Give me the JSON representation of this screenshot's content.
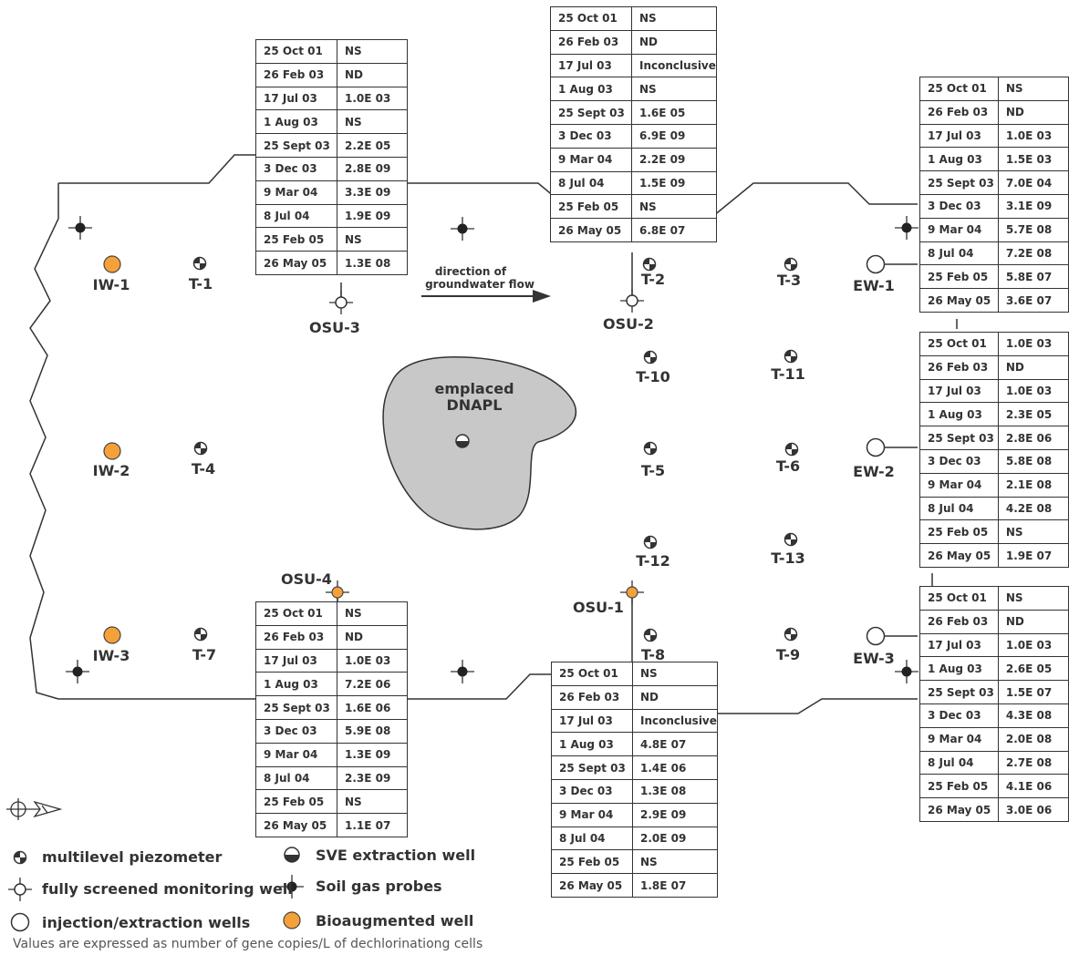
{
  "colors": {
    "line": "#333333",
    "dnapl": "#c8c8c8",
    "bio": "#f5a13a"
  },
  "site": {
    "dnapl_label_1": "emplaced",
    "dnapl_label_2": "DNAPL",
    "flow_label_1": "direction of",
    "flow_label_2": "groundwater flow",
    "wells": {
      "iw1": "IW-1",
      "iw2": "IW-2",
      "iw3": "IW-3",
      "ew1": "EW-1",
      "ew2": "EW-2",
      "ew3": "EW-3",
      "osu1": "OSU-1",
      "osu2": "OSU-2",
      "osu3": "OSU-3",
      "osu4": "OSU-4",
      "t1": "T-1",
      "t2": "T-2",
      "t3": "T-3",
      "t4": "T-4",
      "t5": "T-5",
      "t6": "T-6",
      "t7": "T-7",
      "t8": "T-8",
      "t9": "T-9",
      "t10": "T-10",
      "t11": "T-11",
      "t12": "T-12",
      "t13": "T-13"
    }
  },
  "tables": {
    "osu3": [
      [
        "25 Oct 01",
        "NS"
      ],
      [
        "26 Feb 03",
        "ND"
      ],
      [
        "17 Jul 03",
        "1.0E 03"
      ],
      [
        "1 Aug 03",
        "NS"
      ],
      [
        "25 Sept 03",
        "2.2E 05"
      ],
      [
        "3 Dec 03",
        "2.8E 09"
      ],
      [
        "9 Mar 04",
        "3.3E 09"
      ],
      [
        "8 Jul 04",
        "1.9E 09"
      ],
      [
        "25 Feb 05",
        "NS"
      ],
      [
        "26 May 05",
        "1.3E 08"
      ]
    ],
    "osu2": [
      [
        "25 Oct 01",
        "NS"
      ],
      [
        "26 Feb 03",
        "ND"
      ],
      [
        "17 Jul 03",
        "Inconclusive"
      ],
      [
        "1 Aug 03",
        "NS"
      ],
      [
        "25 Sept 03",
        "1.6E 05"
      ],
      [
        "3 Dec 03",
        "6.9E 09"
      ],
      [
        "9 Mar 04",
        "2.2E 09"
      ],
      [
        "8 Jul 04",
        "1.5E 09"
      ],
      [
        "25 Feb 05",
        "NS"
      ],
      [
        "26 May 05",
        "6.8E 07"
      ]
    ],
    "ew1": [
      [
        "25 Oct 01",
        "NS"
      ],
      [
        "26 Feb 03",
        "ND"
      ],
      [
        "17 Jul 03",
        "1.0E 03"
      ],
      [
        "1 Aug 03",
        "1.5E 03"
      ],
      [
        "25 Sept 03",
        "7.0E 04"
      ],
      [
        "3 Dec 03",
        "3.1E 09"
      ],
      [
        "9 Mar 04",
        "5.7E 08"
      ],
      [
        "8 Jul 04",
        "7.2E 08"
      ],
      [
        "25 Feb 05",
        "5.8E 07"
      ],
      [
        "26 May 05",
        "3.6E 07"
      ]
    ],
    "ew2": [
      [
        "25 Oct 01",
        "1.0E 03"
      ],
      [
        "26 Feb 03",
        "ND"
      ],
      [
        "17 Jul 03",
        "1.0E 03"
      ],
      [
        "1 Aug 03",
        "2.3E 05"
      ],
      [
        "25 Sept 03",
        "2.8E 06"
      ],
      [
        "3 Dec 03",
        "5.8E 08"
      ],
      [
        "9 Mar 04",
        "2.1E 08"
      ],
      [
        "8 Jul 04",
        "4.2E 08"
      ],
      [
        "25 Feb 05",
        "NS"
      ],
      [
        "26 May 05",
        "1.9E 07"
      ]
    ],
    "ew3": [
      [
        "25 Oct 01",
        "NS"
      ],
      [
        "26 Feb 03",
        "ND"
      ],
      [
        "17 Jul 03",
        "1.0E 03"
      ],
      [
        "1 Aug 03",
        "2.6E 05"
      ],
      [
        "25 Sept 03",
        "1.5E 07"
      ],
      [
        "3 Dec 03",
        "4.3E 08"
      ],
      [
        "9 Mar 04",
        "2.0E 08"
      ],
      [
        "8 Jul 04",
        "2.7E 08"
      ],
      [
        "25 Feb 05",
        "4.1E 06"
      ],
      [
        "26 May 05",
        "3.0E 06"
      ]
    ],
    "osu4": [
      [
        "25 Oct 01",
        "NS"
      ],
      [
        "26 Feb 03",
        "ND"
      ],
      [
        "17 Jul 03",
        "1.0E 03"
      ],
      [
        "1 Aug 03",
        "7.2E 06"
      ],
      [
        "25 Sept 03",
        "1.6E 06"
      ],
      [
        "3 Dec 03",
        "5.9E 08"
      ],
      [
        "9 Mar 04",
        "1.3E 09"
      ],
      [
        "8 Jul  04",
        "2.3E 09"
      ],
      [
        "25 Feb 05",
        "NS"
      ],
      [
        "26 May 05",
        "1.1E 07"
      ]
    ],
    "osu1": [
      [
        "25 Oct 01",
        "NS"
      ],
      [
        "26 Feb 03",
        "ND"
      ],
      [
        "17 Jul 03",
        "Inconclusive"
      ],
      [
        "1 Aug 03",
        "4.8E 07"
      ],
      [
        "25 Sept 03",
        "1.4E 06"
      ],
      [
        "3 Dec 03",
        "1.3E 08"
      ],
      [
        "9 Mar 04",
        "2.9E 09"
      ],
      [
        "8 Jul 04",
        "2.0E 09"
      ],
      [
        "25 Feb 05",
        "NS"
      ],
      [
        "26 May 05",
        "1.8E 07"
      ]
    ]
  },
  "legend": {
    "piezometer": "multilevel piezometer",
    "monitoring": "fully screened monitoring well",
    "injection": "injection/extraction wells",
    "sve": "SVE extraction well",
    "soil_gas": "Soil gas probes",
    "bio": "Bioaugmented well"
  },
  "note": "Values are expressed as number of gene copies/L of dechlorinationg cells"
}
